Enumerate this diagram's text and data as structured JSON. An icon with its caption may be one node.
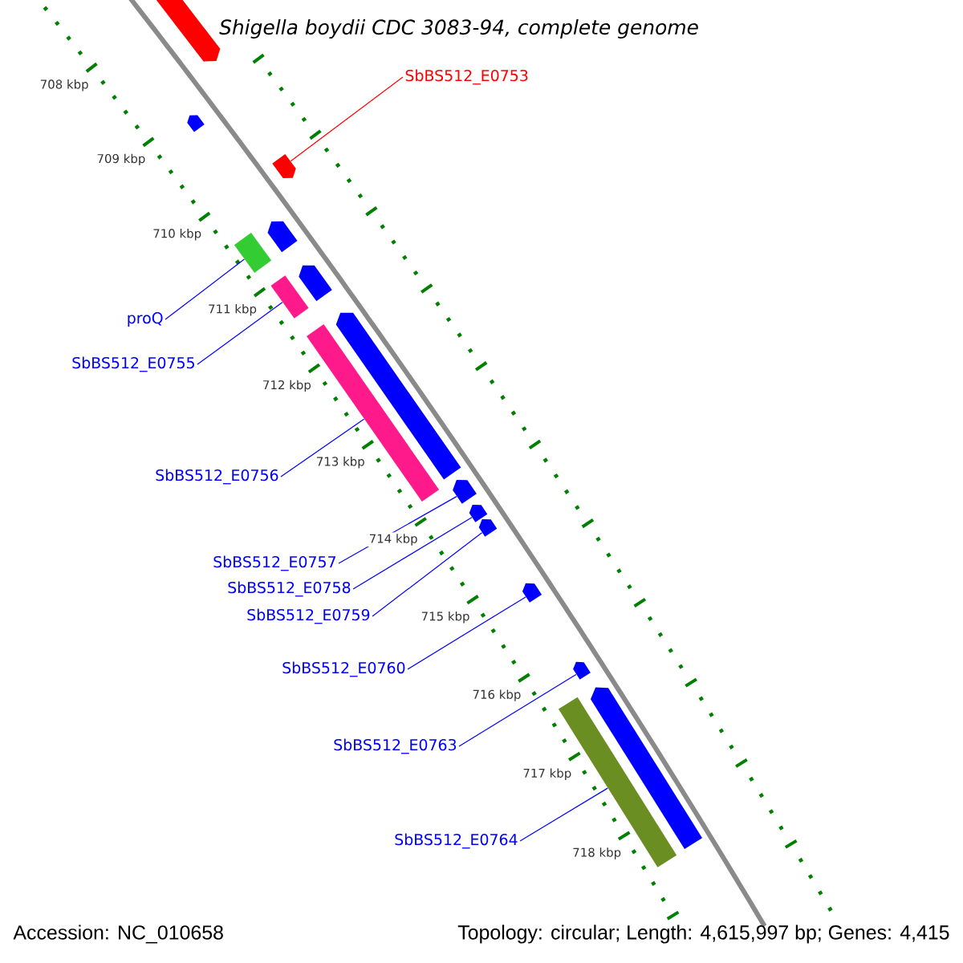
{
  "diagram": {
    "title": "Shigella boydii CDC 3083-94, complete genome",
    "nodes": [
      {
        "text": [
          "SbBS512_E0753"
        ]
      },
      {
        "text": [
          "proQ"
        ]
      },
      {
        "text": [
          "SbBS512_E0755"
        ]
      },
      {
        "text": [
          "SbBS512_E0756"
        ]
      },
      {
        "text": [
          "SbBS512_E0757"
        ]
      },
      {
        "text": [
          "SbBS512_E0758"
        ]
      },
      {
        "text": [
          "SbBS512_E0759"
        ]
      },
      {
        "text": [
          "SbBS512_E0760"
        ]
      },
      {
        "text": [
          "SbBS512_E0763"
        ]
      },
      {
        "text": [
          "SbBS512_E0764"
        ]
      },
      {
        "text": [],
        "shape": "arrow"
      },
      {
        "text": [],
        "shape": "arrow"
      },
      {
        "text": [],
        "shape": "arrow"
      },
      {
        "text": [],
        "shape": "arrow"
      },
      {
        "text": [],
        "shape": "box"
      },
      {
        "text": [],
        "shape": "arrow"
      },
      {
        "text": [],
        "shape": "box"
      },
      {
        "text": [],
        "shape": "arrow"
      },
      {
        "text": [],
        "shape": "box"
      },
      {
        "text": [],
        "shape": "arrow"
      },
      {
        "text": [],
        "shape": "arrow"
      },
      {
        "text": [],
        "shape": "arrow"
      },
      {
        "text": [],
        "shape": "arrow"
      },
      {
        "text": [],
        "shape": "arrow"
      },
      {
        "text": [],
        "shape": "arrow"
      },
      {
        "text": [],
        "shape": "box"
      }
    ],
    "edges": [
      {
        "from": 0,
        "to": 12,
        "arrow": "none",
        "color": "#ff0000"
      },
      {
        "from": 1,
        "to": 14,
        "arrow": "none"
      },
      {
        "from": 2,
        "to": 16,
        "arrow": "none"
      },
      {
        "from": 3,
        "to": 18,
        "arrow": "none"
      },
      {
        "from": 4,
        "to": 19,
        "arrow": "none"
      },
      {
        "from": 5,
        "to": 20,
        "arrow": "none"
      },
      {
        "from": 6,
        "to": 21,
        "arrow": "none"
      },
      {
        "from": 7,
        "to": 22,
        "arrow": "none"
      },
      {
        "from": 8,
        "to": 23,
        "arrow": "none"
      },
      {
        "from": 9,
        "to": 25,
        "arrow": "none"
      }
    ],
    "labels": [
      "708 kbp",
      "709 kbp",
      "710 kbp",
      "711 kbp",
      "712 kbp",
      "713 kbp",
      "714 kbp",
      "715 kbp",
      "716 kbp",
      "717 kbp",
      "718 kbp",
      "Accession: NC_010658",
      "Topology: circular; Length: 4,615,997 bp; Genes: 4,415"
    ]
  }
}
